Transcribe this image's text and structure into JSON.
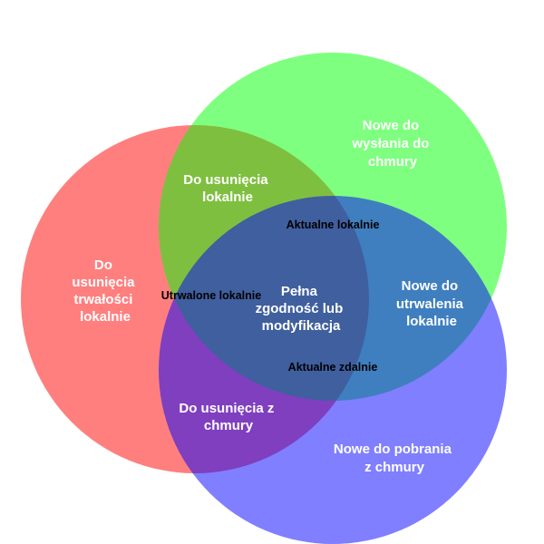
{
  "colors": {
    "red_circle": "#ff0000",
    "green_circle": "#00ff00",
    "blue_circle": "#0000ff",
    "region_text": "#ffffff",
    "set_label_text": "#000000"
  },
  "circle_opacity": 0.5,
  "regions": {
    "red_only": [
      "Do",
      "usunięcia",
      "trwałości",
      "lokalnie"
    ],
    "green_only": [
      "Nowe do",
      "wysłania do",
      "chmury"
    ],
    "blue_only": [
      "Nowe do pobrania",
      "z chmury"
    ],
    "red_green": [
      "Do usunięcia",
      "lokalnie"
    ],
    "green_blue": [
      "Nowe do",
      "utrwalenia",
      "lokalnie"
    ],
    "red_blue": [
      "Do usunięcia z",
      "chmury"
    ],
    "center": [
      "Pełna",
      "zgodność lub",
      "modyfikacja"
    ]
  },
  "set_labels": {
    "green": "Aktualne lokalnie",
    "red": "Utrwalone lokalnie",
    "blue": "Aktualne zdalnie"
  }
}
